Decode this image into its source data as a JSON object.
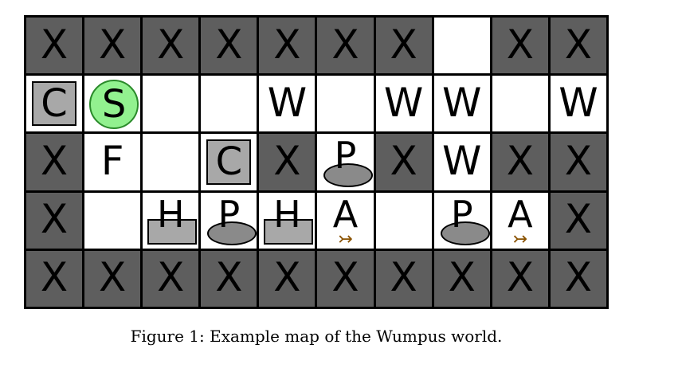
{
  "caption": "Figure 1: Example map of the Wumpus world.",
  "grid": {
    "rows": 5,
    "cols": 10,
    "cells": [
      [
        {
          "type": "wall",
          "label": "X"
        },
        {
          "type": "wall",
          "label": "X"
        },
        {
          "type": "wall",
          "label": "X"
        },
        {
          "type": "wall",
          "label": "X"
        },
        {
          "type": "wall",
          "label": "X"
        },
        {
          "type": "wall",
          "label": "X"
        },
        {
          "type": "wall",
          "label": "X"
        },
        {
          "type": "empty",
          "label": ""
        },
        {
          "type": "wall",
          "label": "X"
        },
        {
          "type": "wall",
          "label": "X"
        }
      ],
      [
        {
          "type": "box",
          "label": "C"
        },
        {
          "type": "start",
          "label": "S"
        },
        {
          "type": "empty",
          "label": ""
        },
        {
          "type": "empty",
          "label": ""
        },
        {
          "type": "text",
          "label": "W"
        },
        {
          "type": "empty",
          "label": ""
        },
        {
          "type": "text",
          "label": "W"
        },
        {
          "type": "text",
          "label": "W"
        },
        {
          "type": "empty",
          "label": ""
        },
        {
          "type": "text",
          "label": "W"
        }
      ],
      [
        {
          "type": "wall",
          "label": "X"
        },
        {
          "type": "text",
          "label": "F"
        },
        {
          "type": "empty",
          "label": ""
        },
        {
          "type": "box",
          "label": "C"
        },
        {
          "type": "wall",
          "label": "X"
        },
        {
          "type": "pit",
          "label": "P"
        },
        {
          "type": "wall",
          "label": "X"
        },
        {
          "type": "text",
          "label": "W"
        },
        {
          "type": "wall",
          "label": "X"
        },
        {
          "type": "wall",
          "label": "X"
        }
      ],
      [
        {
          "type": "wall",
          "label": "X"
        },
        {
          "type": "empty",
          "label": ""
        },
        {
          "type": "hole",
          "label": "H"
        },
        {
          "type": "pit",
          "label": "P"
        },
        {
          "type": "hole",
          "label": "H"
        },
        {
          "type": "arrow",
          "label": "A",
          "arrow": "↣"
        },
        {
          "type": "empty",
          "label": ""
        },
        {
          "type": "pit",
          "label": "P"
        },
        {
          "type": "arrow",
          "label": "A",
          "arrow": "↣"
        },
        {
          "type": "wall",
          "label": "X"
        }
      ],
      [
        {
          "type": "wall",
          "label": "X"
        },
        {
          "type": "wall",
          "label": "X"
        },
        {
          "type": "wall",
          "label": "X"
        },
        {
          "type": "wall",
          "label": "X"
        },
        {
          "type": "wall",
          "label": "X"
        },
        {
          "type": "wall",
          "label": "X"
        },
        {
          "type": "wall",
          "label": "X"
        },
        {
          "type": "wall",
          "label": "X"
        },
        {
          "type": "wall",
          "label": "X"
        },
        {
          "type": "wall",
          "label": "X"
        }
      ]
    ]
  },
  "colors": {
    "wall": "#5e5e5e",
    "box": "#a8a8a8",
    "start": "#92f18f",
    "pit": "#8a8a8a",
    "arrow": "#8a5200"
  }
}
